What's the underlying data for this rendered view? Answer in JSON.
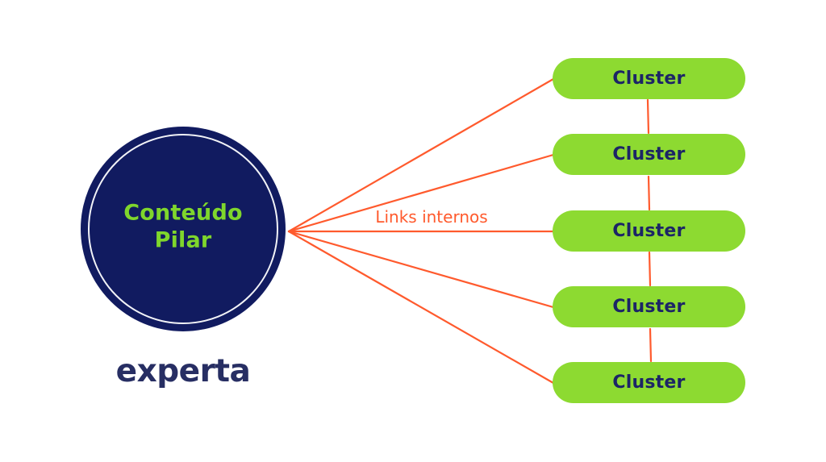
{
  "diagram": {
    "pillar_node": {
      "line1": "Conteúdo",
      "line2": "Pilar"
    },
    "link_label": "Links internos",
    "clusters": [
      {
        "label": "Cluster"
      },
      {
        "label": "Cluster"
      },
      {
        "label": "Cluster"
      },
      {
        "label": "Cluster"
      },
      {
        "label": "Cluster"
      }
    ],
    "brand": {
      "logo_text": "experta"
    },
    "colors": {
      "circle_navy": "#111B60",
      "cluster_green": "#8DDA31",
      "connector_orange": "#FF5A2D",
      "pillar_text_green": "#7FD62C",
      "cluster_text_navy": "#1C2566",
      "logo_navy": "#272E63",
      "background": "#FFFFFF"
    }
  }
}
